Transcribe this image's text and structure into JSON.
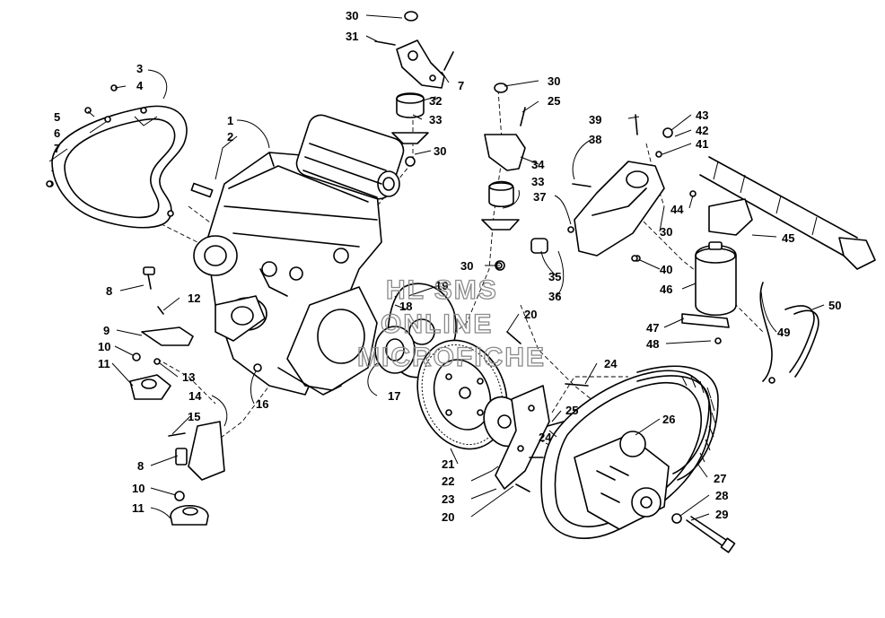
{
  "watermark": {
    "line1": "HL SMS",
    "line2": "ONLINE",
    "line3": "MICROFICHE"
  },
  "callouts": [
    {
      "id": "c30a",
      "label": "30"
    },
    {
      "id": "c31",
      "label": "31"
    },
    {
      "id": "c7a",
      "label": "7"
    },
    {
      "id": "c32",
      "label": "32"
    },
    {
      "id": "c33a",
      "label": "33"
    },
    {
      "id": "c30b",
      "label": "30"
    },
    {
      "id": "c3",
      "label": "3"
    },
    {
      "id": "c4",
      "label": "4"
    },
    {
      "id": "c5",
      "label": "5"
    },
    {
      "id": "c6",
      "label": "6"
    },
    {
      "id": "c7b",
      "label": "7"
    },
    {
      "id": "c1",
      "label": "1"
    },
    {
      "id": "c2",
      "label": "2"
    },
    {
      "id": "c30c",
      "label": "30"
    },
    {
      "id": "c25a",
      "label": "25"
    },
    {
      "id": "c34",
      "label": "34"
    },
    {
      "id": "c33b",
      "label": "33"
    },
    {
      "id": "c37",
      "label": "37"
    },
    {
      "id": "c30d",
      "label": "30"
    },
    {
      "id": "c19",
      "label": "19"
    },
    {
      "id": "c18",
      "label": "18"
    },
    {
      "id": "c39",
      "label": "39"
    },
    {
      "id": "c38",
      "label": "38"
    },
    {
      "id": "c43",
      "label": "43"
    },
    {
      "id": "c42",
      "label": "42"
    },
    {
      "id": "c41",
      "label": "41"
    },
    {
      "id": "c44",
      "label": "44"
    },
    {
      "id": "c45",
      "label": "45"
    },
    {
      "id": "c30e",
      "label": "30"
    },
    {
      "id": "c40",
      "label": "40"
    },
    {
      "id": "c46",
      "label": "46"
    },
    {
      "id": "c35",
      "label": "35"
    },
    {
      "id": "c36",
      "label": "36"
    },
    {
      "id": "c50",
      "label": "50"
    },
    {
      "id": "c49",
      "label": "49"
    },
    {
      "id": "c47",
      "label": "47"
    },
    {
      "id": "c48",
      "label": "48"
    },
    {
      "id": "c8a",
      "label": "8"
    },
    {
      "id": "c12",
      "label": "12"
    },
    {
      "id": "c9",
      "label": "9"
    },
    {
      "id": "c10a",
      "label": "10"
    },
    {
      "id": "c11a",
      "label": "11"
    },
    {
      "id": "c13",
      "label": "13"
    },
    {
      "id": "c14",
      "label": "14"
    },
    {
      "id": "c16",
      "label": "16"
    },
    {
      "id": "c17",
      "label": "17"
    },
    {
      "id": "c20a",
      "label": "20"
    },
    {
      "id": "c24a",
      "label": "24"
    },
    {
      "id": "c25b",
      "label": "25"
    },
    {
      "id": "c24b",
      "label": "24"
    },
    {
      "id": "c26",
      "label": "26"
    },
    {
      "id": "c15",
      "label": "15"
    },
    {
      "id": "c8b",
      "label": "8"
    },
    {
      "id": "c21",
      "label": "21"
    },
    {
      "id": "c22",
      "label": "22"
    },
    {
      "id": "c23",
      "label": "23"
    },
    {
      "id": "c20b",
      "label": "20"
    },
    {
      "id": "c27",
      "label": "27"
    },
    {
      "id": "c28",
      "label": "28"
    },
    {
      "id": "c29",
      "label": "29"
    },
    {
      "id": "c10b",
      "label": "10"
    },
    {
      "id": "c11b",
      "label": "11"
    }
  ]
}
